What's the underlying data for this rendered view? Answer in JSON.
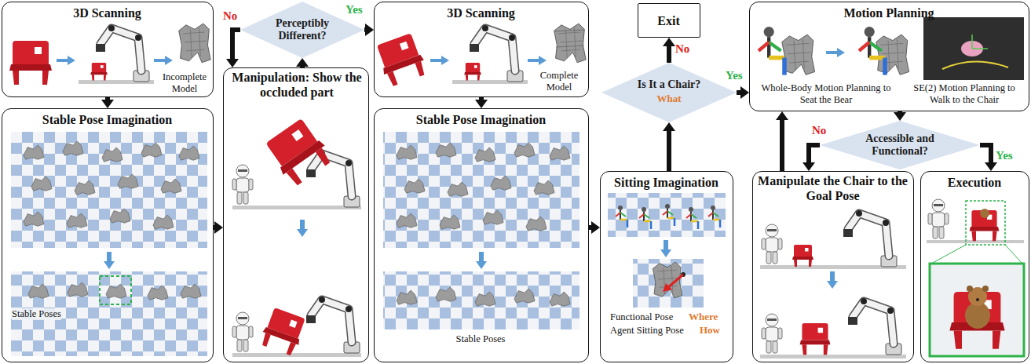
{
  "diagram": {
    "nodes": [
      {
        "text": [
          "3D Scanning",
          "Incomplete Model"
        ]
      },
      {
        "text": [
          "Stable Pose Imagination",
          "Stable Poses"
        ]
      },
      {
        "text": [
          "Perceptibly Different?"
        ]
      },
      {
        "text": [
          "Manipulation: Show the occluded part"
        ]
      },
      {
        "text": [
          "3D Scanning",
          "Complete Model"
        ]
      },
      {
        "text": [
          "Stable Pose Imagination",
          "Stable Poses"
        ]
      },
      {
        "text": [
          "Exit"
        ]
      },
      {
        "text": [
          "Is It a Chair?",
          "What"
        ]
      },
      {
        "text": [
          "Sitting Imagination",
          "Functional Pose",
          "Where",
          "Agent Sitting Pose",
          "How"
        ]
      },
      {
        "text": [
          "Motion Planning",
          "Whole-Body Motion Planning to Seat the Bear",
          "SE(2) Motion Planning to Walk to the Chair"
        ]
      },
      {
        "text": [
          "Accessible and Functional?"
        ]
      },
      {
        "text": [
          "Manipulate the Chair to the Goal Pose"
        ]
      },
      {
        "text": [
          "Execution"
        ]
      }
    ],
    "edges": [
      {
        "from": 0,
        "to": 1,
        "arrow": "to"
      },
      {
        "from": 1,
        "to": 3,
        "arrow": "to"
      },
      {
        "from": 3,
        "to": 2,
        "arrow": "to"
      },
      {
        "from": 2,
        "to": 3,
        "label": "No",
        "arrow": "to"
      },
      {
        "from": 2,
        "to": 4,
        "label": "Yes",
        "arrow": "to"
      },
      {
        "from": 4,
        "to": 5,
        "arrow": "to"
      },
      {
        "from": 5,
        "to": 8,
        "arrow": "to"
      },
      {
        "from": 8,
        "to": 7,
        "arrow": "to"
      },
      {
        "from": 7,
        "to": 6,
        "label": "No",
        "arrow": "to"
      },
      {
        "from": 7,
        "to": 9,
        "label": "Yes",
        "arrow": "to"
      },
      {
        "from": 9,
        "to": 10,
        "arrow": "to"
      },
      {
        "from": 10,
        "to": 11,
        "label": "No",
        "arrow": "to"
      },
      {
        "from": 10,
        "to": 12,
        "label": "Yes",
        "arrow": "to"
      },
      {
        "from": 11,
        "to": 9,
        "arrow": "to"
      }
    ]
  }
}
